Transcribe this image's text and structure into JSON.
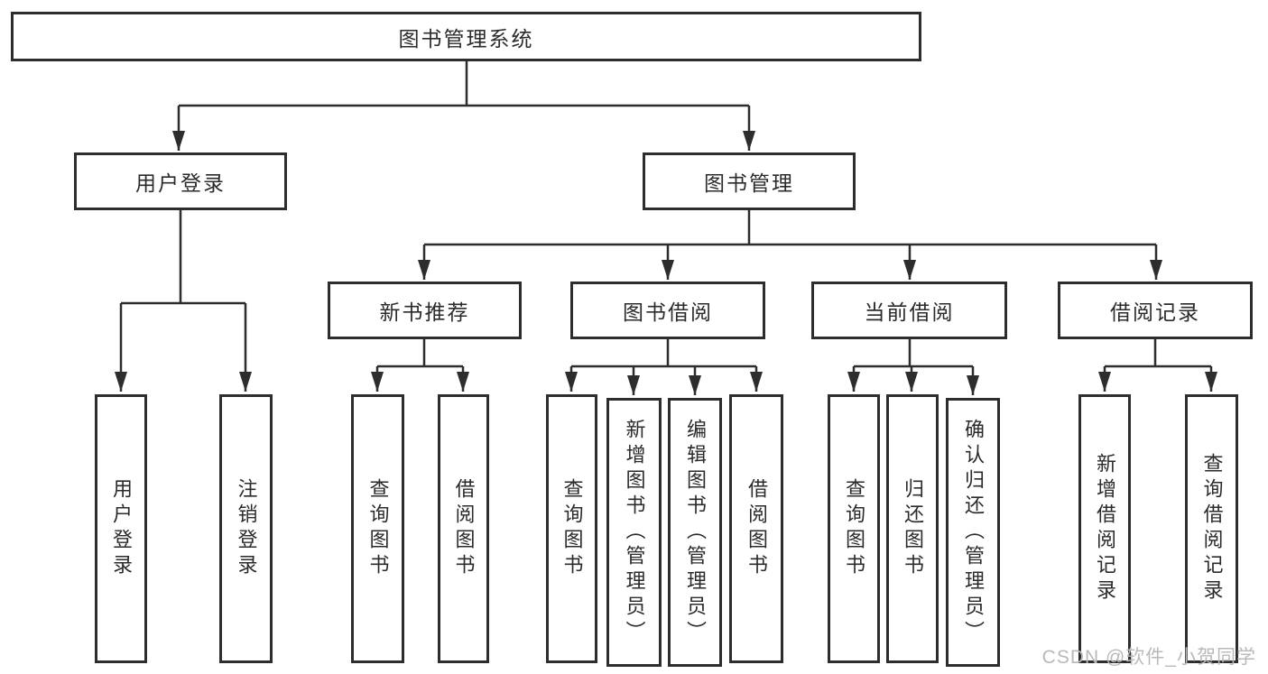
{
  "nodes": [
    {
      "id": "root",
      "label": "图书管理系统"
    },
    {
      "id": "user-login",
      "label": "用户登录"
    },
    {
      "id": "book-management",
      "label": "图书管理"
    },
    {
      "id": "new-book-recommend",
      "label": "新书推荐"
    },
    {
      "id": "book-borrow",
      "label": "图书借阅"
    },
    {
      "id": "current-borrow",
      "label": "当前借阅"
    },
    {
      "id": "borrow-records",
      "label": "借阅记录"
    },
    {
      "id": "user-login-action",
      "label": "用户登录"
    },
    {
      "id": "logout",
      "label": "注销登录"
    },
    {
      "id": "query-books-a",
      "label": "查询图书"
    },
    {
      "id": "borrow-books-a",
      "label": "借阅图书"
    },
    {
      "id": "query-books-b",
      "label": "查询图书"
    },
    {
      "id": "add-book-admin",
      "label": "新增图书（管理员）"
    },
    {
      "id": "edit-book-admin",
      "label": "编辑图书（管理员）"
    },
    {
      "id": "borrow-books-b",
      "label": "借阅图书"
    },
    {
      "id": "query-books-c",
      "label": "查询图书"
    },
    {
      "id": "return-books",
      "label": "归还图书"
    },
    {
      "id": "confirm-return-admin",
      "label": "确认归还（管理员）"
    },
    {
      "id": "add-borrow-record",
      "label": "新增借阅记录"
    },
    {
      "id": "query-borrow-record",
      "label": "查询借阅记录"
    }
  ],
  "edges": [
    [
      "root",
      "user-login"
    ],
    [
      "root",
      "book-management"
    ],
    [
      "user-login",
      "user-login-action"
    ],
    [
      "user-login",
      "logout"
    ],
    [
      "book-management",
      "new-book-recommend"
    ],
    [
      "book-management",
      "book-borrow"
    ],
    [
      "book-management",
      "current-borrow"
    ],
    [
      "book-management",
      "borrow-records"
    ],
    [
      "new-book-recommend",
      "query-books-a"
    ],
    [
      "new-book-recommend",
      "borrow-books-a"
    ],
    [
      "book-borrow",
      "query-books-b"
    ],
    [
      "book-borrow",
      "add-book-admin"
    ],
    [
      "book-borrow",
      "edit-book-admin"
    ],
    [
      "book-borrow",
      "borrow-books-b"
    ],
    [
      "current-borrow",
      "query-books-c"
    ],
    [
      "current-borrow",
      "return-books"
    ],
    [
      "current-borrow",
      "confirm-return-admin"
    ],
    [
      "borrow-records",
      "add-borrow-record"
    ],
    [
      "borrow-records",
      "query-borrow-record"
    ]
  ],
  "watermark": {
    "text": "CSDN @软件_小贺同学"
  },
  "colors": {
    "background": "#ffffff",
    "box_fill": "#ffffff",
    "box_border": "#2d2d2d",
    "line": "#2d2d2d",
    "text": "#2b2b2b",
    "watermark": "#b9b9b9"
  }
}
